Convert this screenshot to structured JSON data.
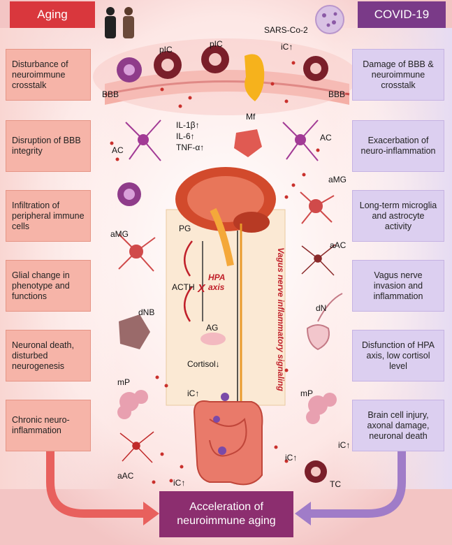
{
  "header": {
    "aging": "Aging",
    "covid": "COVID-19"
  },
  "aging_items": [
    "Disturbance of neuroimmune crosstalk",
    "Disruption of BBB integrity",
    "Infiltration of peripheral immune cells",
    "Glial change in phenotype and functions",
    "Neuronal death, disturbed neurogenesis",
    "Chronic neuro-inflammation"
  ],
  "covid_items": [
    "Damage of BBB & neuroimmune crosstalk",
    "Exacerbation of neuro-inflammation",
    "Long-term microglia and astrocyte activity",
    "Vagus nerve invasion and inflammation",
    "Disfunction of HPA axis, low cortisol level",
    "Brain cell injury, axonal damage, neuronal death"
  ],
  "result": "Acceleration of neuroimmune aging",
  "labels": {
    "sars": "SARS-Co-2",
    "pic1": "pIC",
    "pic2": "pIC",
    "ic_top": "iC↑",
    "bbb_left": "BBB",
    "bbb_right": "BBB",
    "mf": "Mf",
    "ac_left": "AC",
    "ac_right": "AC",
    "il1": "IL-1β↑",
    "il6": "IL-6↑",
    "tnf": "TNF-α↑",
    "amg_left": "aMG",
    "amg_right": "aMG",
    "aac_right": "aAC",
    "pg": "PG",
    "acth": "ACTH",
    "hpa": "HPA axis",
    "hpa_x": "X",
    "ag": "AG",
    "cortisol": "Cortisol↓",
    "vagus": "Vagus nerve inflammatory signaling",
    "dnb": "dNB",
    "dn": "dN",
    "mp_left": "mP",
    "mp_right": "mP",
    "ic_mid_left": "iC↑",
    "ic_mid_right": "iC↑",
    "ic_low_right": "iC↑",
    "aac_left": "aAC",
    "ic_bottom": "iC↑",
    "tc": "TC"
  },
  "colors": {
    "aging": "#d9373d",
    "covid": "#7a3a88",
    "result": "#8c2e6f",
    "aging_box": "#f6b4a8",
    "covid_box": "#dccff0"
  }
}
